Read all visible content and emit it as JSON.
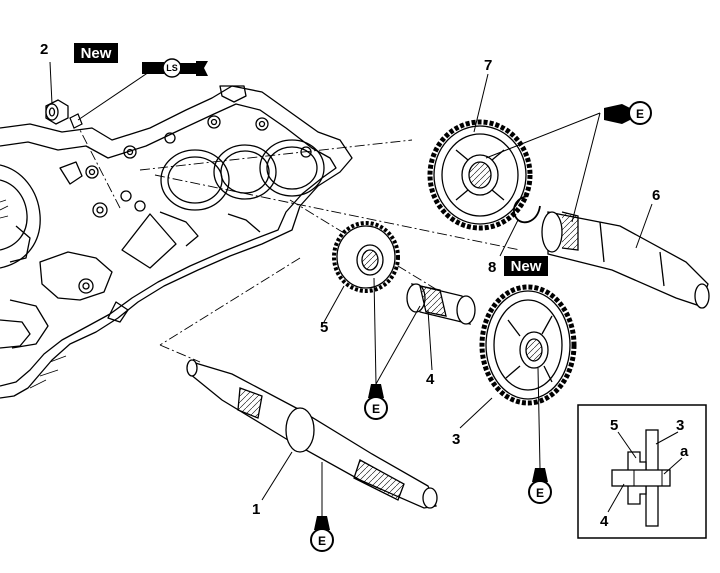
{
  "badges": {
    "new_top": "New",
    "new_8": "New",
    "lubricant_ls": "LS",
    "oil_e": "E"
  },
  "callouts": {
    "n1": "1",
    "n2": "2",
    "n3": "3",
    "n4": "4",
    "n5": "5",
    "n6": "6",
    "n7": "7",
    "n8": "8"
  },
  "inset": {
    "n3": "3",
    "n4": "4",
    "n5": "5",
    "a": "a"
  }
}
